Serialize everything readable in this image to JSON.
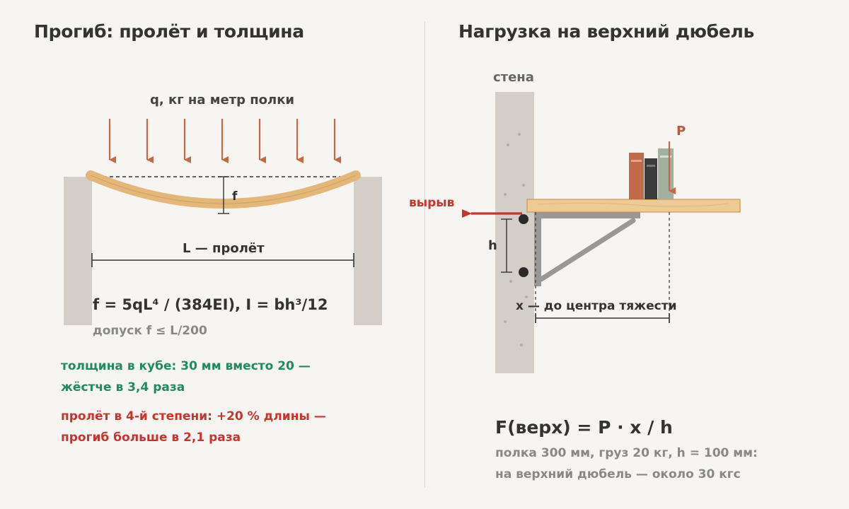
{
  "left_panel": {
    "title": "Прогиб: пролёт и толщина",
    "load_label": "q, кг на метр полки",
    "deflection_label": "f",
    "span_label": "L — пролёт",
    "formula": "f = 5qL⁴ / (384EI), I = bh³/12",
    "tolerance": "допуск f ≤ L/200",
    "note_thickness": [
      "толщина в кубе: 30 мм вместо 20 —",
      "жёстче в 3,4 раза"
    ],
    "note_span": [
      "пролёт в 4-й степени: +20 % длины —",
      "прогиб больше в 2,1 раза"
    ]
  },
  "right_panel": {
    "title": "Нагрузка на верхний дюбель",
    "wall_label": "стена",
    "load_label": "P",
    "pull_label": "вырыв",
    "height_label": "h",
    "distance_label": "x — до центра тяжести",
    "formula": "F(верх) = P · x / h",
    "example": [
      "полка 300 мм, груз 20 кг, h = 100 мм:",
      "на верхний дюбель — около 30 кгс"
    ]
  },
  "colors": {
    "arrow": "#c2694a",
    "shelf_wood": "#efc996",
    "wall": "#d3cfc8",
    "bracket": "#9a9894",
    "green_note": "#1f8a63",
    "red_note": "#c9332d"
  }
}
